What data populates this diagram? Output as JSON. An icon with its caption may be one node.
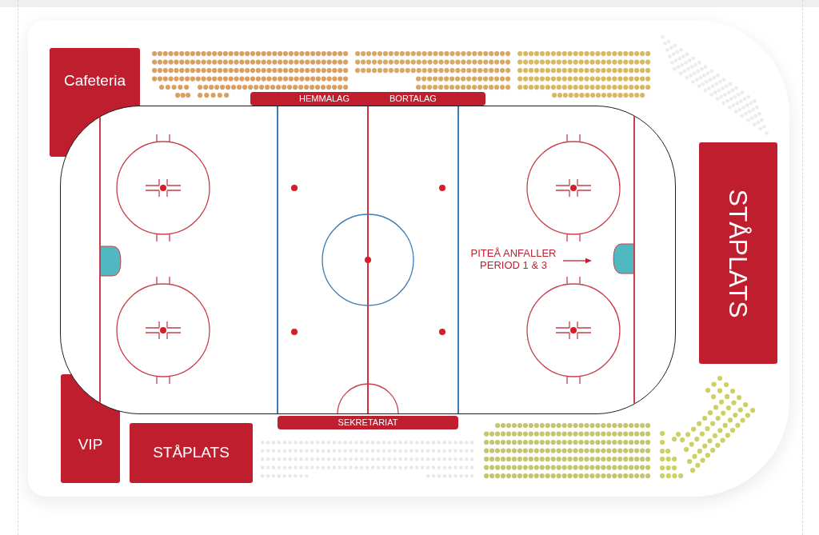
{
  "diagram": {
    "nodes": [
      {
        "text": [
          "Cafeteria"
        ]
      },
      {
        "text": [
          "HEMMALAG",
          "BORTALAG"
        ]
      },
      {
        "text": [
          "PITEÅ ANFALLER PERIOD 1 & 3"
        ]
      },
      {
        "text": [
          "STÅPLATS"
        ]
      },
      {
        "text": [
          "VIP"
        ]
      },
      {
        "text": [
          "STÅPLATS"
        ]
      },
      {
        "text": [
          "SEKRETARIAT"
        ]
      }
    ]
  }
}
